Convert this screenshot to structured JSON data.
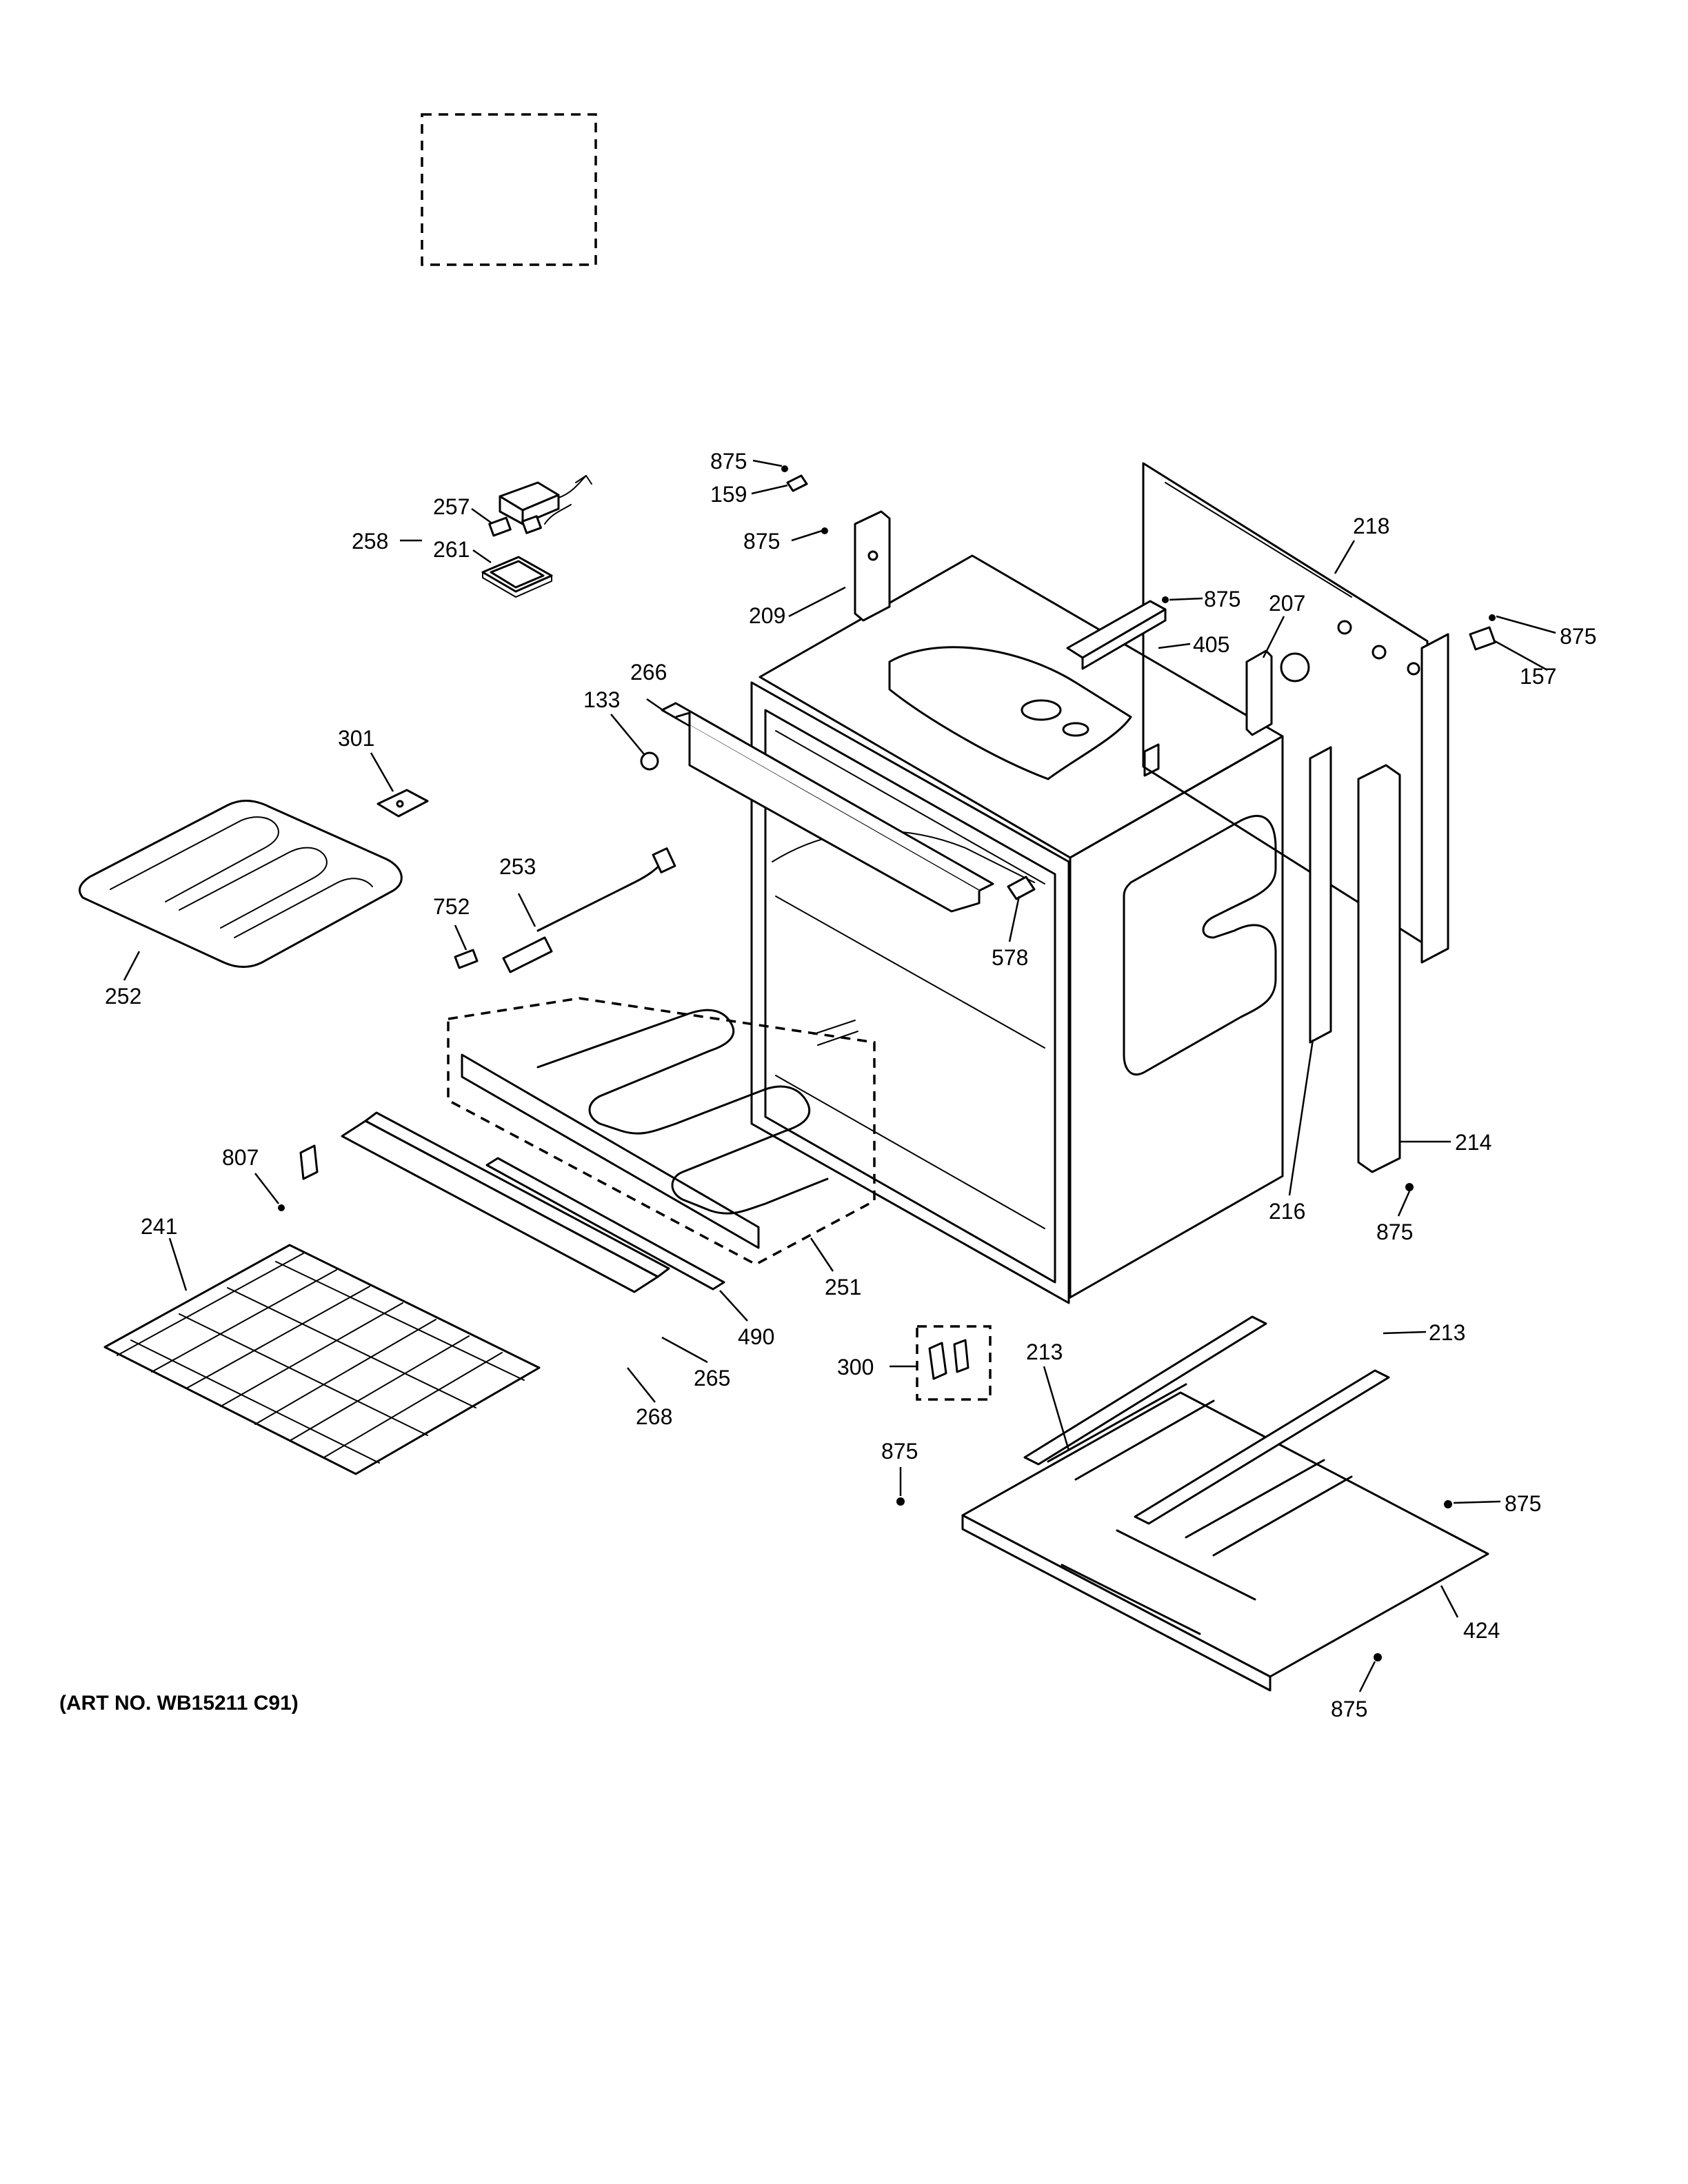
{
  "art_number": "(ART NO. WB15211 C91)",
  "callouts": {
    "c875_top": "875",
    "c159": "159",
    "c875_209": "875",
    "c209": "209",
    "c257": "257",
    "c258": "258",
    "c261": "261",
    "c218": "218",
    "c875_405": "875",
    "c405": "405",
    "c207": "207",
    "c875_157": "875",
    "c157": "157",
    "c266": "266",
    "c133": "133",
    "c301": "301",
    "c253": "253",
    "c752": "752",
    "c578": "578",
    "c252": "252",
    "c214": "214",
    "c216": "216",
    "c875_214": "875",
    "c807": "807",
    "c241": "241",
    "c251": "251",
    "c490": "490",
    "c265": "265",
    "c268": "268",
    "c300": "300",
    "c213_a": "213",
    "c213_b": "213",
    "c875_left": "875",
    "c875_right": "875",
    "c424": "424",
    "c875_bottom": "875"
  }
}
